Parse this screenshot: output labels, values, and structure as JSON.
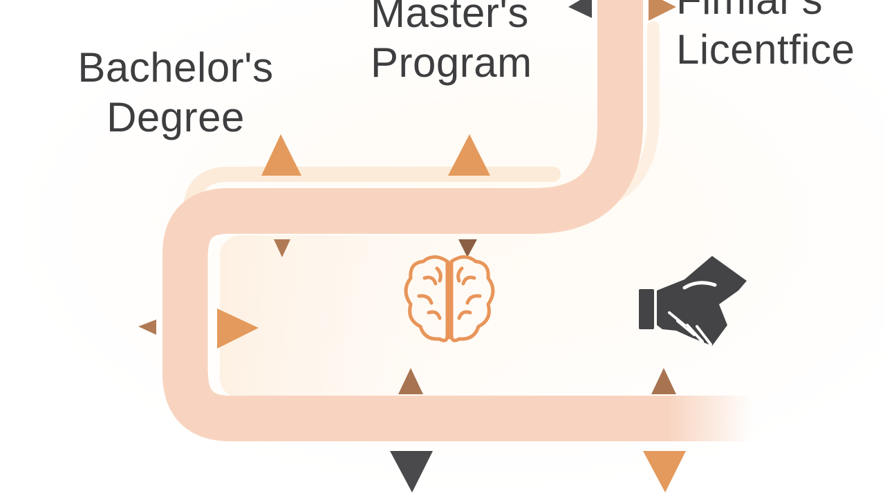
{
  "labels": {
    "bachelor": {
      "line1": "Bachelor's",
      "line2": "Degree"
    },
    "master": {
      "line1": "Master's",
      "line2": "Program"
    },
    "familiar": {
      "line1": "Fimiar's",
      "line2": "Licentfice"
    }
  },
  "icons": {
    "brain": "brain-icon",
    "handshake": "handshake-icon"
  },
  "colors": {
    "road": "#f8d4c0",
    "road_glow": "#fdebd8",
    "arrow_orange": "#e49a5c",
    "arrow_brown": "#b07a55",
    "arrow_dark": "#4a4a4c",
    "text": "#3e3e40",
    "brain_stroke": "#e8955a",
    "handshake": "#444446"
  }
}
